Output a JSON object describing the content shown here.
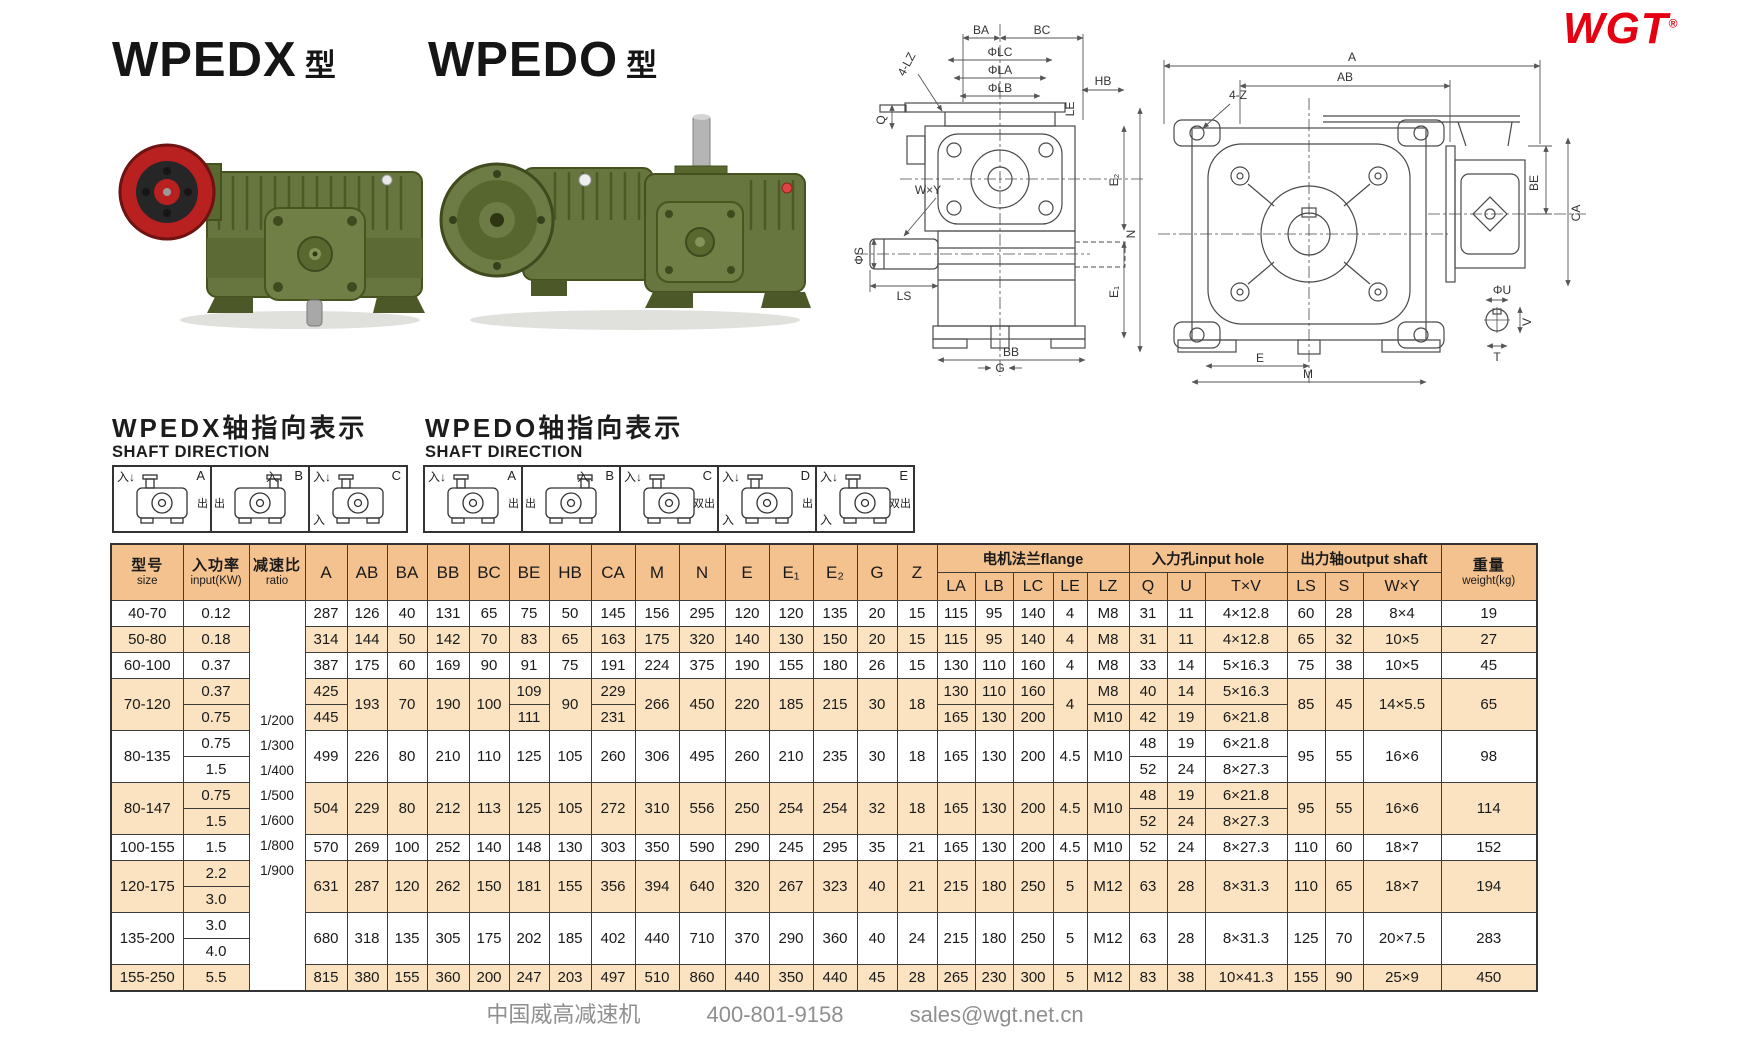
{
  "brand": {
    "logo_text": "WGT",
    "registered": "®"
  },
  "titles": {
    "wpedx": "WPEDX",
    "wpedo": "WPEDO",
    "suffix": "型"
  },
  "shaft_direction": {
    "wpedx": {
      "cn": "WPEDX轴指向表示",
      "en": "SHAFT DIRECTION",
      "boxes": [
        {
          "letter": "A",
          "inputs": [
            "tl"
          ],
          "out": "出",
          "out_pos": "r"
        },
        {
          "letter": "B",
          "inputs": [
            "tr"
          ],
          "out": "出",
          "out_pos": "l"
        },
        {
          "letter": "C",
          "inputs": [
            "tl",
            "bl"
          ],
          "out": "",
          "out_pos": ""
        }
      ]
    },
    "wpedo": {
      "cn": "WPEDO轴指向表示",
      "en": "SHAFT DIRECTION",
      "boxes": [
        {
          "letter": "A",
          "inputs": [
            "tl"
          ],
          "out": "出",
          "out_pos": "r"
        },
        {
          "letter": "B",
          "inputs": [
            "tr"
          ],
          "out": "出",
          "out_pos": "l"
        },
        {
          "letter": "C",
          "inputs": [
            "tl"
          ],
          "out": "双出",
          "out_pos": "r"
        },
        {
          "letter": "D",
          "inputs": [
            "tl",
            "bl"
          ],
          "out": "出",
          "out_pos": "r"
        },
        {
          "letter": "E",
          "inputs": [
            "tl",
            "bl"
          ],
          "out": "双出",
          "out_pos": "r"
        }
      ]
    }
  },
  "labels": {
    "in": "入",
    "arrow": "↓"
  },
  "drawings": {
    "front": {
      "labels": {
        "BA": "BA",
        "BC": "BC",
        "LC": "ΦLC",
        "LA": "ΦLA",
        "LB": "ΦLB",
        "HB": "HB",
        "LE": "LE",
        "LZ": "4-LZ",
        "Q": "Q",
        "WY": "W×Y",
        "S": "ΦS",
        "LS": "LS",
        "BB": "BB",
        "G": "G",
        "N": "N",
        "E2": "E₂",
        "E1": "E₁"
      }
    },
    "side": {
      "labels": {
        "A": "A",
        "AB": "AB",
        "Z": "4-Z",
        "BE": "BE",
        "CA": "CA",
        "E": "E",
        "M": "M",
        "U": "ΦU",
        "V": "V",
        "T": "T"
      }
    }
  },
  "table": {
    "lead": {
      "size": {
        "cn": "型号",
        "en": "size"
      },
      "input": {
        "cn": "入功率",
        "en": "input(KW)"
      },
      "ratio": {
        "cn": "减速比",
        "en": "ratio"
      }
    },
    "weight": {
      "cn": "重量",
      "en": "weight(kg)"
    },
    "dim_cols": [
      {
        "key": "A",
        "label": "A"
      },
      {
        "key": "AB",
        "label": "AB"
      },
      {
        "key": "BA",
        "label": "BA"
      },
      {
        "key": "BB",
        "label": "BB"
      },
      {
        "key": "BC",
        "label": "BC"
      },
      {
        "key": "BE",
        "label": "BE"
      },
      {
        "key": "HB",
        "label": "HB"
      },
      {
        "key": "CA",
        "label": "CA"
      },
      {
        "key": "M",
        "label": "M"
      },
      {
        "key": "N",
        "label": "N"
      },
      {
        "key": "E",
        "label": "E"
      },
      {
        "key": "E1",
        "label": "E₁"
      },
      {
        "key": "E2",
        "label": "E₂"
      },
      {
        "key": "G",
        "label": "G"
      },
      {
        "key": "Z",
        "label": "Z"
      }
    ],
    "groups": [
      {
        "label": "电机法兰flange",
        "cols": [
          {
            "key": "LA",
            "label": "LA"
          },
          {
            "key": "LB",
            "label": "LB"
          },
          {
            "key": "LC",
            "label": "LC"
          },
          {
            "key": "LE",
            "label": "LE"
          },
          {
            "key": "LZ",
            "label": "LZ"
          }
        ]
      },
      {
        "label": "入力孔input hole",
        "cols": [
          {
            "key": "Q",
            "label": "Q"
          },
          {
            "key": "U",
            "label": "U"
          },
          {
            "key": "TV",
            "label": "T×V"
          }
        ]
      },
      {
        "label": "出力轴output shaft",
        "cols": [
          {
            "key": "LS",
            "label": "LS"
          },
          {
            "key": "S",
            "label": "S"
          },
          {
            "key": "WY",
            "label": "W×Y"
          }
        ]
      }
    ],
    "ratio_values": [
      "1/200",
      "1/300",
      "1/400",
      "1/500",
      "1/600",
      "1/800",
      "1/900"
    ],
    "rows": [
      {
        "size": "40-70",
        "shade": false,
        "cells": {
          "input": "0.12",
          "A": "287",
          "AB": "126",
          "BA": "40",
          "BB": "131",
          "BC": "65",
          "BE": "75",
          "HB": "50",
          "CA": "145",
          "M": "156",
          "N": "295",
          "E": "120",
          "E1": "120",
          "E2": "135",
          "G": "20",
          "Z": "15",
          "LA": "115",
          "LB": "95",
          "LC": "140",
          "LE": "4",
          "LZ": "M8",
          "Q": "31",
          "U": "11",
          "TV": "4×12.8",
          "LS": "60",
          "S": "28",
          "WY": "8×4",
          "wt": "19"
        }
      },
      {
        "size": "50-80",
        "shade": true,
        "cells": {
          "input": "0.18",
          "A": "314",
          "AB": "144",
          "BA": "50",
          "BB": "142",
          "BC": "70",
          "BE": "83",
          "HB": "65",
          "CA": "163",
          "M": "175",
          "N": "320",
          "E": "140",
          "E1": "130",
          "E2": "150",
          "G": "20",
          "Z": "15",
          "LA": "115",
          "LB": "95",
          "LC": "140",
          "LE": "4",
          "LZ": "M8",
          "Q": "31",
          "U": "11",
          "TV": "4×12.8",
          "LS": "65",
          "S": "32",
          "WY": "10×5",
          "wt": "27"
        }
      },
      {
        "size": "60-100",
        "shade": false,
        "cells": {
          "input": "0.37",
          "A": "387",
          "AB": "175",
          "BA": "60",
          "BB": "169",
          "BC": "90",
          "BE": "91",
          "HB": "75",
          "CA": "191",
          "M": "224",
          "N": "375",
          "E": "190",
          "E1": "155",
          "E2": "180",
          "G": "26",
          "Z": "15",
          "LA": "130",
          "LB": "110",
          "LC": "160",
          "LE": "4",
          "LZ": "M8",
          "Q": "33",
          "U": "14",
          "TV": "5×16.3",
          "LS": "75",
          "S": "38",
          "WY": "10×5",
          "wt": "45"
        }
      },
      {
        "size": "70-120",
        "shade": true,
        "cells": {
          "input": [
            "0.37",
            "0.75"
          ],
          "A": [
            "425",
            "445"
          ],
          "AB": "193",
          "BA": "70",
          "BB": "190",
          "BC": "100",
          "BE": [
            "109",
            "111"
          ],
          "HB": "90",
          "CA": [
            "229",
            "231"
          ],
          "M": "266",
          "N": "450",
          "E": "220",
          "E1": "185",
          "E2": "215",
          "G": "30",
          "Z": "18",
          "LA": [
            "130",
            "165"
          ],
          "LB": [
            "110",
            "130"
          ],
          "LC": [
            "160",
            "200"
          ],
          "LE": "4",
          "LZ": [
            "M8",
            "M10"
          ],
          "Q": [
            "40",
            "42"
          ],
          "U": [
            "14",
            "19"
          ],
          "TV": [
            "5×16.3",
            "6×21.8"
          ],
          "LS": "85",
          "S": "45",
          "WY": "14×5.5",
          "wt": "65"
        }
      },
      {
        "size": "80-135",
        "shade": false,
        "cells": {
          "input": [
            "0.75",
            "1.5"
          ],
          "A": "499",
          "AB": "226",
          "BA": "80",
          "BB": "210",
          "BC": "110",
          "BE": "125",
          "HB": "105",
          "CA": "260",
          "M": "306",
          "N": "495",
          "E": "260",
          "E1": "210",
          "E2": "235",
          "G": "30",
          "Z": "18",
          "LA": "165",
          "LB": "130",
          "LC": "200",
          "LE": "4.5",
          "LZ": "M10",
          "Q": [
            "48",
            "52"
          ],
          "U": [
            "19",
            "24"
          ],
          "TV": [
            "6×21.8",
            "8×27.3"
          ],
          "LS": "95",
          "S": "55",
          "WY": "16×6",
          "wt": "98"
        }
      },
      {
        "size": "80-147",
        "shade": true,
        "cells": {
          "input": [
            "0.75",
            "1.5"
          ],
          "A": "504",
          "AB": "229",
          "BA": "80",
          "BB": "212",
          "BC": "113",
          "BE": "125",
          "HB": "105",
          "CA": "272",
          "M": "310",
          "N": "556",
          "E": "250",
          "E1": "254",
          "E2": "254",
          "G": "32",
          "Z": "18",
          "LA": "165",
          "LB": "130",
          "LC": "200",
          "LE": "4.5",
          "LZ": "M10",
          "Q": [
            "48",
            "52"
          ],
          "U": [
            "19",
            "24"
          ],
          "TV": [
            "6×21.8",
            "8×27.3"
          ],
          "LS": "95",
          "S": "55",
          "WY": "16×6",
          "wt": "114"
        }
      },
      {
        "size": "100-155",
        "shade": false,
        "cells": {
          "input": "1.5",
          "A": "570",
          "AB": "269",
          "BA": "100",
          "BB": "252",
          "BC": "140",
          "BE": "148",
          "HB": "130",
          "CA": "303",
          "M": "350",
          "N": "590",
          "E": "290",
          "E1": "245",
          "E2": "295",
          "G": "35",
          "Z": "21",
          "LA": "165",
          "LB": "130",
          "LC": "200",
          "LE": "4.5",
          "LZ": "M10",
          "Q": "52",
          "U": "24",
          "TV": "8×27.3",
          "LS": "110",
          "S": "60",
          "WY": "18×7",
          "wt": "152"
        }
      },
      {
        "size": "120-175",
        "shade": true,
        "cells": {
          "input": [
            "2.2",
            "3.0"
          ],
          "A": "631",
          "AB": "287",
          "BA": "120",
          "BB": "262",
          "BC": "150",
          "BE": "181",
          "HB": "155",
          "CA": "356",
          "M": "394",
          "N": "640",
          "E": "320",
          "E1": "267",
          "E2": "323",
          "G": "40",
          "Z": "21",
          "LA": "215",
          "LB": "180",
          "LC": "250",
          "LE": "5",
          "LZ": "M12",
          "Q": "63",
          "U": "28",
          "TV": "8×31.3",
          "LS": "110",
          "S": "65",
          "WY": "18×7",
          "wt": "194"
        }
      },
      {
        "size": "135-200",
        "shade": false,
        "cells": {
          "input": [
            "3.0",
            "4.0"
          ],
          "A": "680",
          "AB": "318",
          "BA": "135",
          "BB": "305",
          "BC": "175",
          "BE": "202",
          "HB": "185",
          "CA": "402",
          "M": "440",
          "N": "710",
          "E": "370",
          "E1": "290",
          "E2": "360",
          "G": "40",
          "Z": "24",
          "LA": "215",
          "LB": "180",
          "LC": "250",
          "LE": "5",
          "LZ": "M12",
          "Q": "63",
          "U": "28",
          "TV": "8×31.3",
          "LS": "125",
          "S": "70",
          "WY": "20×7.5",
          "wt": "283"
        }
      },
      {
        "size": "155-250",
        "shade": true,
        "cells": {
          "input": "5.5",
          "A": "815",
          "AB": "380",
          "BA": "155",
          "BB": "360",
          "BC": "200",
          "BE": "247",
          "HB": "203",
          "CA": "497",
          "M": "510",
          "N": "860",
          "E": "440",
          "E1": "350",
          "E2": "440",
          "G": "45",
          "Z": "28",
          "LA": "265",
          "LB": "230",
          "LC": "300",
          "LE": "5",
          "LZ": "M12",
          "Q": "83",
          "U": "38",
          "TV": "10×41.3",
          "LS": "155",
          "S": "90",
          "WY": "25×9",
          "wt": "450"
        }
      }
    ]
  },
  "footer": {
    "company": "中国威高减速机",
    "phone": "400-801-9158",
    "email": "sales@wgt.net.cn"
  },
  "colors": {
    "header_bg": "#f3c28e",
    "row_alt_bg": "#fbe3c1",
    "logo_red": "#e50012",
    "footer_gray": "#8f8f8f",
    "body_green": "#66763e"
  }
}
